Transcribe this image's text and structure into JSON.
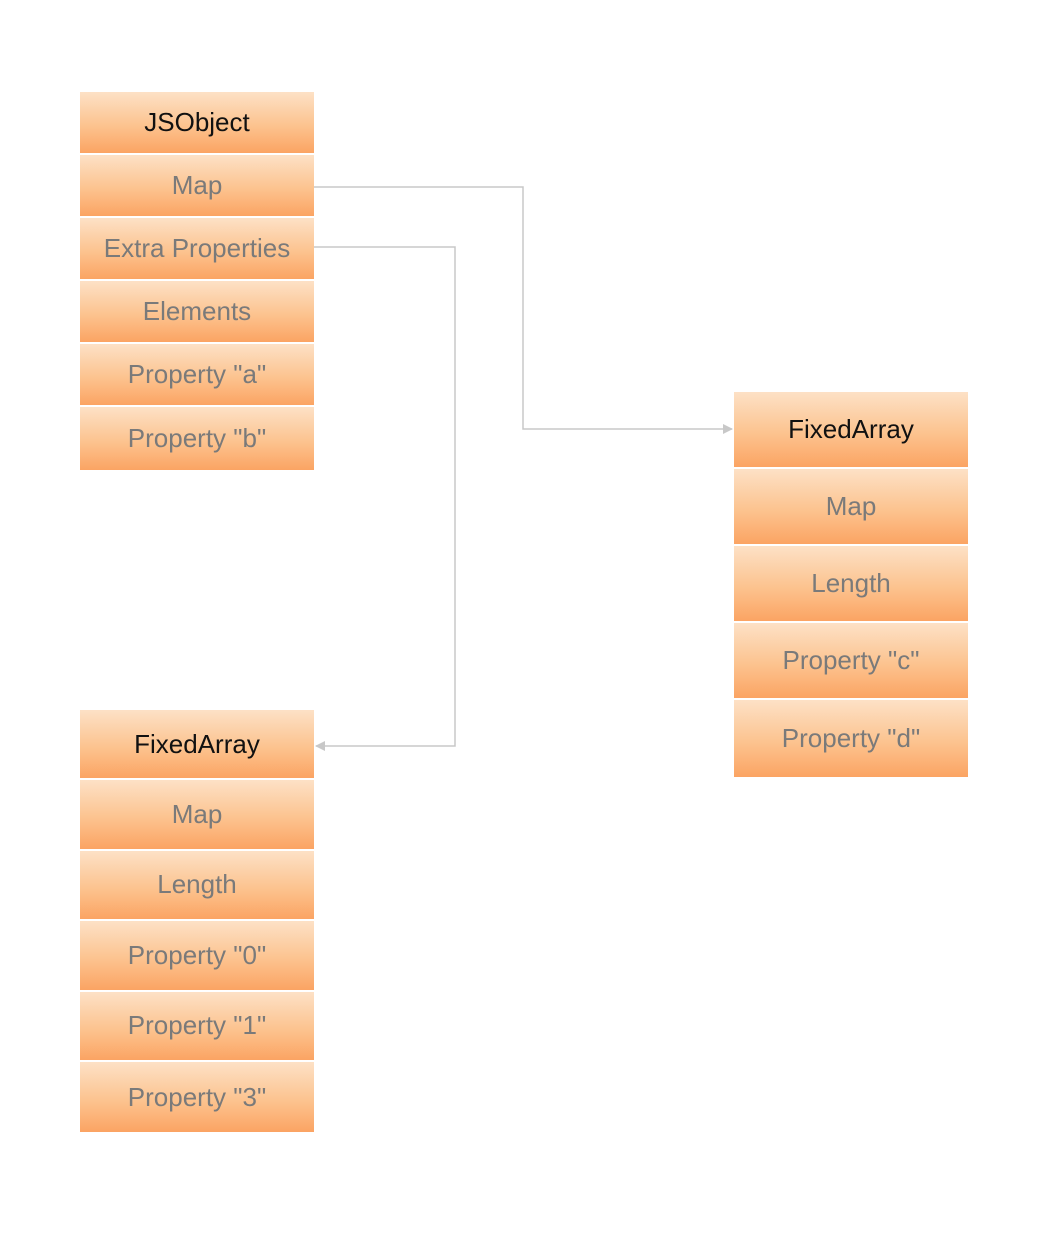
{
  "blocks": {
    "jsobject": {
      "header": "JSObject",
      "rows": [
        "Map",
        "Extra Properties",
        "Elements",
        "Property \"a\"",
        "Property \"b\""
      ]
    },
    "fixedarray_right": {
      "header": "FixedArray",
      "rows": [
        "Map",
        "Length",
        "Property \"c\"",
        "Property \"d\""
      ]
    },
    "fixedarray_left": {
      "header": "FixedArray",
      "rows": [
        "Map",
        "Length",
        "Property \"0\"",
        "Property \"1\"",
        "Property \"3\""
      ]
    }
  },
  "connectors": [
    {
      "from": "JSObject.Map",
      "to": "FixedArray (right)"
    },
    {
      "from": "JSObject.Extra Properties",
      "to": "FixedArray (left)"
    }
  ],
  "colors": {
    "cell_top": "#fde1c6",
    "cell_bottom": "#fba463",
    "row_text": "#7a7a7a",
    "header_text": "#111111",
    "connector": "#c8c8c8"
  }
}
